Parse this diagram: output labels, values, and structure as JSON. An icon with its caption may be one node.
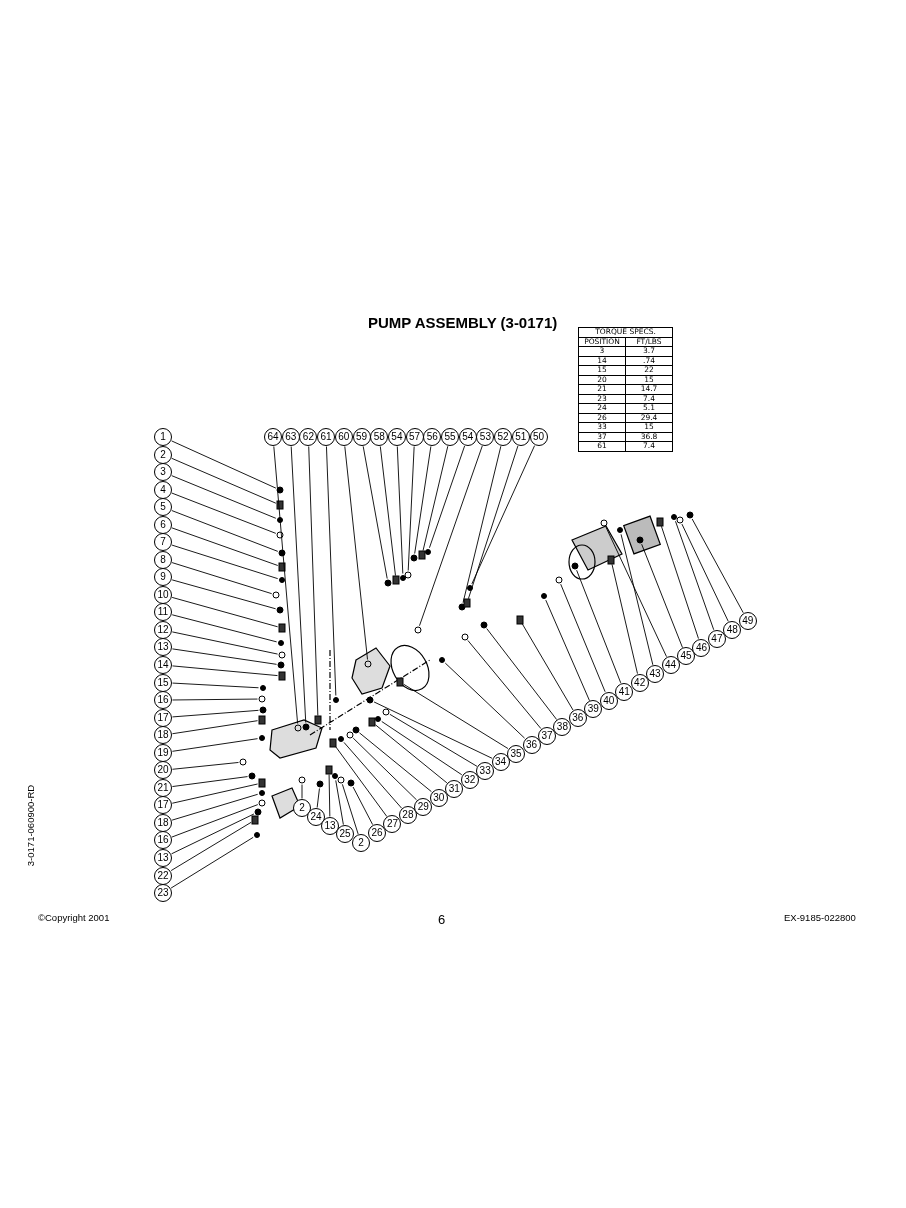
{
  "diagram": {
    "title": "PUMP ASSEMBLY (3-0171)",
    "nodes": [
      {
        "text": [
          "1"
        ]
      },
      {
        "text": [
          "2"
        ]
      },
      {
        "text": [
          "3"
        ]
      },
      {
        "text": [
          "4"
        ]
      },
      {
        "text": [
          "5"
        ]
      },
      {
        "text": [
          "6"
        ]
      },
      {
        "text": [
          "7"
        ]
      },
      {
        "text": [
          "8"
        ]
      },
      {
        "text": [
          "9"
        ]
      },
      {
        "text": [
          "10"
        ]
      },
      {
        "text": [
          "11"
        ]
      },
      {
        "text": [
          "12"
        ]
      },
      {
        "text": [
          "13"
        ]
      },
      {
        "text": [
          "14"
        ]
      },
      {
        "text": [
          "15"
        ]
      },
      {
        "text": [
          "16"
        ]
      },
      {
        "text": [
          "17"
        ]
      },
      {
        "text": [
          "18"
        ]
      },
      {
        "text": [
          "19"
        ]
      },
      {
        "text": [
          "20"
        ]
      },
      {
        "text": [
          "21"
        ]
      },
      {
        "text": [
          "17"
        ]
      },
      {
        "text": [
          "18"
        ]
      },
      {
        "text": [
          "16"
        ]
      },
      {
        "text": [
          "13"
        ]
      },
      {
        "text": [
          "22"
        ]
      },
      {
        "text": [
          "23"
        ]
      },
      {
        "text": [
          "64"
        ]
      },
      {
        "text": [
          "63"
        ]
      },
      {
        "text": [
          "62"
        ]
      },
      {
        "text": [
          "61"
        ]
      },
      {
        "text": [
          "60"
        ]
      },
      {
        "text": [
          "59"
        ]
      },
      {
        "text": [
          "58"
        ]
      },
      {
        "text": [
          "54"
        ]
      },
      {
        "text": [
          "57"
        ]
      },
      {
        "text": [
          "56"
        ]
      },
      {
        "text": [
          "55"
        ]
      },
      {
        "text": [
          "54"
        ]
      },
      {
        "text": [
          "53"
        ]
      },
      {
        "text": [
          "52"
        ]
      },
      {
        "text": [
          "51"
        ]
      },
      {
        "text": [
          "50"
        ]
      },
      {
        "text": [
          "2"
        ]
      },
      {
        "text": [
          "24"
        ]
      },
      {
        "text": [
          "13"
        ]
      },
      {
        "text": [
          "25"
        ]
      },
      {
        "text": [
          "2"
        ]
      },
      {
        "text": [
          "26"
        ]
      },
      {
        "text": [
          "27"
        ]
      },
      {
        "text": [
          "28"
        ]
      },
      {
        "text": [
          "29"
        ]
      },
      {
        "text": [
          "30"
        ]
      },
      {
        "text": [
          "31"
        ]
      },
      {
        "text": [
          "32"
        ]
      },
      {
        "text": [
          "33"
        ]
      },
      {
        "text": [
          "34"
        ]
      },
      {
        "text": [
          "35"
        ]
      },
      {
        "text": [
          "36"
        ]
      },
      {
        "text": [
          "37"
        ]
      },
      {
        "text": [
          "38"
        ]
      },
      {
        "text": [
          "36"
        ]
      },
      {
        "text": [
          "39"
        ]
      },
      {
        "text": [
          "40"
        ]
      },
      {
        "text": [
          "41"
        ]
      },
      {
        "text": [
          "42"
        ]
      },
      {
        "text": [
          "43"
        ]
      },
      {
        "text": [
          "44"
        ]
      },
      {
        "text": [
          "45"
        ]
      },
      {
        "text": [
          "46"
        ]
      },
      {
        "text": [
          "47"
        ]
      },
      {
        "text": [
          "48"
        ]
      },
      {
        "text": [
          "49"
        ]
      },
      {
        "text": [],
        "shape": "circle"
      },
      {
        "text": [],
        "shape": "box"
      },
      {
        "text": [],
        "shape": "circle"
      },
      {
        "text": [],
        "shape": "circle"
      },
      {
        "text": [],
        "shape": "circle"
      },
      {
        "text": [],
        "shape": "box"
      },
      {
        "text": [],
        "shape": "circle"
      },
      {
        "text": [],
        "shape": "circle"
      },
      {
        "text": [],
        "shape": "circle"
      },
      {
        "text": [],
        "shape": "box"
      },
      {
        "text": [],
        "shape": "circle"
      },
      {
        "text": [],
        "shape": "circle"
      },
      {
        "text": [],
        "shape": "circle"
      },
      {
        "text": [],
        "shape": "box"
      },
      {
        "text": [],
        "shape": "circle"
      },
      {
        "text": [],
        "shape": "circle"
      },
      {
        "text": [],
        "shape": "circle"
      },
      {
        "text": [],
        "shape": "box"
      },
      {
        "text": [],
        "shape": "circle"
      },
      {
        "text": [],
        "shape": "circle"
      },
      {
        "text": [],
        "shape": "circle"
      },
      {
        "text": [],
        "shape": "box"
      },
      {
        "text": [],
        "shape": "circle"
      },
      {
        "text": [],
        "shape": "circle"
      },
      {
        "text": [],
        "shape": "circle"
      },
      {
        "text": [],
        "shape": "box"
      },
      {
        "text": [],
        "shape": "circle"
      },
      {
        "text": [],
        "shape": "circle"
      },
      {
        "text": [],
        "shape": "circle"
      },
      {
        "text": [],
        "shape": "box"
      },
      {
        "text": [],
        "shape": "circle"
      },
      {
        "text": [],
        "shape": "circle"
      },
      {
        "text": [],
        "shape": "circle"
      },
      {
        "text": [],
        "shape": "box"
      },
      {
        "text": [],
        "shape": "circle"
      },
      {
        "text": [],
        "shape": "circle"
      },
      {
        "text": [],
        "shape": "circle"
      },
      {
        "text": [],
        "shape": "box"
      },
      {
        "text": [],
        "shape": "circle"
      },
      {
        "text": [],
        "shape": "circle"
      },
      {
        "text": [],
        "shape": "circle"
      },
      {
        "text": [],
        "shape": "box"
      },
      {
        "text": [],
        "shape": "circle"
      },
      {
        "text": [],
        "shape": "circle"
      },
      {
        "text": [],
        "shape": "circle"
      },
      {
        "text": [],
        "shape": "box"
      },
      {
        "text": [],
        "shape": "circle"
      },
      {
        "text": [],
        "shape": "circle"
      },
      {
        "text": [],
        "shape": "circle"
      },
      {
        "text": [],
        "shape": "box"
      },
      {
        "text": [],
        "shape": "circle"
      },
      {
        "text": [],
        "shape": "circle"
      },
      {
        "text": [],
        "shape": "circle"
      },
      {
        "text": [],
        "shape": "box"
      },
      {
        "text": [],
        "shape": "circle"
      },
      {
        "text": [],
        "shape": "circle"
      },
      {
        "text": [],
        "shape": "circle"
      },
      {
        "text": [],
        "shape": "box"
      },
      {
        "text": [],
        "shape": "circle"
      },
      {
        "text": [],
        "shape": "circle"
      },
      {
        "text": [],
        "shape": "circle"
      },
      {
        "text": [],
        "shape": "box"
      },
      {
        "text": [],
        "shape": "circle"
      },
      {
        "text": [],
        "shape": "circle"
      },
      {
        "text": [],
        "shape": "circle"
      },
      {
        "text": [],
        "shape": "box"
      },
      {
        "text": [],
        "shape": "circle"
      },
      {
        "text": [],
        "shape": "circle"
      },
      {
        "text": [],
        "shape": "circle"
      },
      {
        "text": [],
        "shape": "box"
      },
      {
        "text": [],
        "shape": "circle"
      },
      {
        "text": [],
        "shape": "circle"
      },
      {
        "text": [],
        "shape": "circle"
      }
    ],
    "edges": [
      {
        "from": 0,
        "to": 73,
        "arrow": "none"
      },
      {
        "from": 1,
        "to": 74,
        "arrow": "none"
      },
      {
        "from": 2,
        "to": 75,
        "arrow": "none"
      },
      {
        "from": 3,
        "to": 76,
        "arrow": "none"
      },
      {
        "from": 4,
        "to": 77,
        "arrow": "none"
      },
      {
        "from": 5,
        "to": 78,
        "arrow": "none"
      },
      {
        "from": 6,
        "to": 79,
        "arrow": "none"
      },
      {
        "from": 7,
        "to": 80,
        "arrow": "none"
      },
      {
        "from": 8,
        "to": 81,
        "arrow": "none"
      },
      {
        "from": 9,
        "to": 82,
        "arrow": "none"
      },
      {
        "from": 10,
        "to": 83,
        "arrow": "none"
      },
      {
        "from": 11,
        "to": 84,
        "arrow": "none"
      },
      {
        "from": 12,
        "to": 85,
        "arrow": "none"
      },
      {
        "from": 13,
        "to": 86,
        "arrow": "none"
      },
      {
        "from": 14,
        "to": 87,
        "arrow": "none"
      },
      {
        "from": 15,
        "to": 88,
        "arrow": "none"
      },
      {
        "from": 16,
        "to": 89,
        "arrow": "none"
      },
      {
        "from": 17,
        "to": 90,
        "arrow": "none"
      },
      {
        "from": 18,
        "to": 91,
        "arrow": "none"
      },
      {
        "from": 19,
        "to": 92,
        "arrow": "none"
      },
      {
        "from": 20,
        "to": 93,
        "arrow": "none"
      },
      {
        "from": 21,
        "to": 94,
        "arrow": "none"
      },
      {
        "from": 22,
        "to": 95,
        "arrow": "none"
      },
      {
        "from": 23,
        "to": 96,
        "arrow": "none"
      },
      {
        "from": 24,
        "to": 97,
        "arrow": "none"
      },
      {
        "from": 25,
        "to": 98,
        "arrow": "none"
      },
      {
        "from": 26,
        "to": 99,
        "arrow": "none"
      },
      {
        "from": 27,
        "to": 100,
        "arrow": "none"
      },
      {
        "from": 28,
        "to": 101,
        "arrow": "none"
      },
      {
        "from": 29,
        "to": 102,
        "arrow": "none"
      },
      {
        "from": 30,
        "to": 103,
        "arrow": "none"
      },
      {
        "from": 31,
        "to": 104,
        "arrow": "none"
      },
      {
        "from": 32,
        "to": 105,
        "arrow": "none"
      },
      {
        "from": 33,
        "to": 106,
        "arrow": "none"
      },
      {
        "from": 34,
        "to": 107,
        "arrow": "none"
      },
      {
        "from": 35,
        "to": 108,
        "arrow": "none"
      },
      {
        "from": 36,
        "to": 109,
        "arrow": "none"
      },
      {
        "from": 37,
        "to": 110,
        "arrow": "none"
      },
      {
        "from": 38,
        "to": 111,
        "arrow": "none"
      },
      {
        "from": 39,
        "to": 112,
        "arrow": "none"
      },
      {
        "from": 40,
        "to": 113,
        "arrow": "none"
      },
      {
        "from": 41,
        "to": 114,
        "arrow": "none"
      },
      {
        "from": 42,
        "to": 115,
        "arrow": "none"
      },
      {
        "from": 43,
        "to": 116,
        "arrow": "none"
      },
      {
        "from": 44,
        "to": 117,
        "arrow": "none"
      },
      {
        "from": 45,
        "to": 118,
        "arrow": "none"
      },
      {
        "from": 46,
        "to": 119,
        "arrow": "none"
      },
      {
        "from": 47,
        "to": 120,
        "arrow": "none"
      },
      {
        "from": 48,
        "to": 121,
        "arrow": "none"
      },
      {
        "from": 49,
        "to": 122,
        "arrow": "none"
      },
      {
        "from": 50,
        "to": 123,
        "arrow": "none"
      },
      {
        "from": 51,
        "to": 124,
        "arrow": "none"
      },
      {
        "from": 52,
        "to": 125,
        "arrow": "none"
      },
      {
        "from": 53,
        "to": 126,
        "arrow": "none"
      },
      {
        "from": 54,
        "to": 127,
        "arrow": "none"
      },
      {
        "from": 55,
        "to": 128,
        "arrow": "none"
      },
      {
        "from": 56,
        "to": 129,
        "arrow": "none"
      },
      {
        "from": 57,
        "to": 130,
        "arrow": "none"
      },
      {
        "from": 58,
        "to": 131,
        "arrow": "none"
      },
      {
        "from": 59,
        "to": 132,
        "arrow": "none"
      },
      {
        "from": 60,
        "to": 133,
        "arrow": "none"
      },
      {
        "from": 61,
        "to": 134,
        "arrow": "none"
      },
      {
        "from": 62,
        "to": 135,
        "arrow": "none"
      },
      {
        "from": 63,
        "to": 136,
        "arrow": "none"
      },
      {
        "from": 64,
        "to": 137,
        "arrow": "none"
      },
      {
        "from": 65,
        "to": 138,
        "arrow": "none"
      },
      {
        "from": 66,
        "to": 139,
        "arrow": "none"
      },
      {
        "from": 67,
        "to": 140,
        "arrow": "none"
      },
      {
        "from": 68,
        "to": 141,
        "arrow": "none"
      },
      {
        "from": 69,
        "to": 142,
        "arrow": "none"
      },
      {
        "from": 70,
        "to": 143,
        "arrow": "none"
      },
      {
        "from": 71,
        "to": 144,
        "arrow": "none"
      },
      {
        "from": 72,
        "to": 145,
        "arrow": "none"
      }
    ],
    "labels": [
      "TORQUE SPECS.",
      "POSITION",
      "FT/LBS",
      "3",
      "3.7",
      "14",
      ".74",
      "15",
      "22",
      "20",
      "15",
      "21",
      "14.7",
      "23",
      "7.4",
      "24",
      "5.1",
      "26",
      "29.4",
      "33",
      "15",
      "37",
      "36.8",
      "61",
      "7.4",
      "3-0171-060900-RD",
      "©Copyright 2001",
      "6",
      "EX-9185-022800"
    ]
  }
}
